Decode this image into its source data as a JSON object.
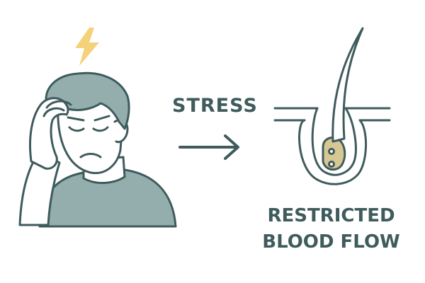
{
  "labels": {
    "cause": "STRESS",
    "effect_line1": "RESTRICTED",
    "effect_line2": "BLOOD FLOW"
  },
  "icons": {
    "stress": "lightning-bolt-icon",
    "arrow": "right-arrow-icon",
    "follicle": "hair-follicle-icon"
  },
  "colors": {
    "outline": "#3f5b5c",
    "skin": "#ffffff",
    "hair": "#94aeae",
    "shirt": "#94aeae",
    "bolt": "#f3d27a",
    "bulb": "#d7c792"
  }
}
